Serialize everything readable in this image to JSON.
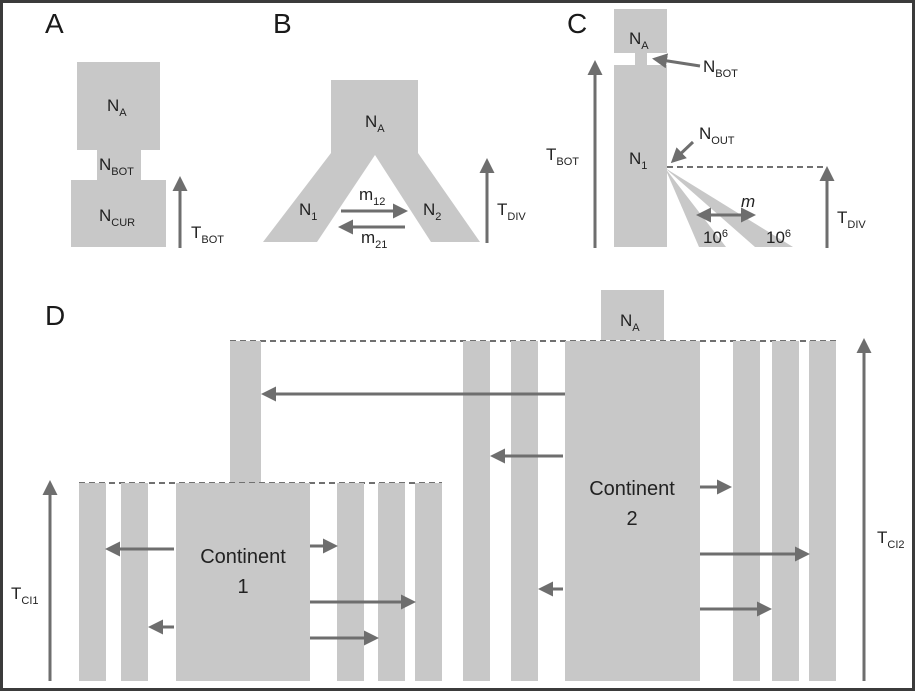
{
  "panels": {
    "A": {
      "letter": "A",
      "na": "N",
      "na_sub": "A",
      "nbot": "N",
      "nbot_sub": "BOT",
      "ncur": "N",
      "ncur_sub": "CUR",
      "tbot": "T",
      "tbot_sub": "BOT"
    },
    "B": {
      "letter": "B",
      "na": "N",
      "na_sub": "A",
      "n1": "N",
      "n1_sub": "1",
      "n2": "N",
      "n2_sub": "2",
      "m12": "m",
      "m12_sub": "12",
      "m21": "m",
      "m21_sub": "21",
      "tdiv": "T",
      "tdiv_sub": "DIV"
    },
    "C": {
      "letter": "C",
      "na": "N",
      "na_sub": "A",
      "nbot": "N",
      "nbot_sub": "BOT",
      "tbot": "T",
      "tbot_sub": "BOT",
      "nout": "N",
      "nout_sub": "OUT",
      "n1": "N",
      "n1_sub": "1",
      "m": "m",
      "size_left": "10",
      "size_left_sup": "6",
      "size_right": "10",
      "size_right_sup": "6",
      "tdiv": "T",
      "tdiv_sub": "DIV"
    },
    "D": {
      "letter": "D",
      "na": "N",
      "na_sub": "A",
      "continent1_line1": "Continent",
      "continent1_line2": "1",
      "continent2_line1": "Continent",
      "continent2_line2": "2",
      "tci1": "T",
      "tci1_sub": "CI1",
      "tci2": "T",
      "tci2_sub": "CI2"
    }
  },
  "colors": {
    "fill": "#c8c8c8",
    "arrow": "#6e6e6e",
    "dash": "#707070",
    "text": "#222222"
  }
}
